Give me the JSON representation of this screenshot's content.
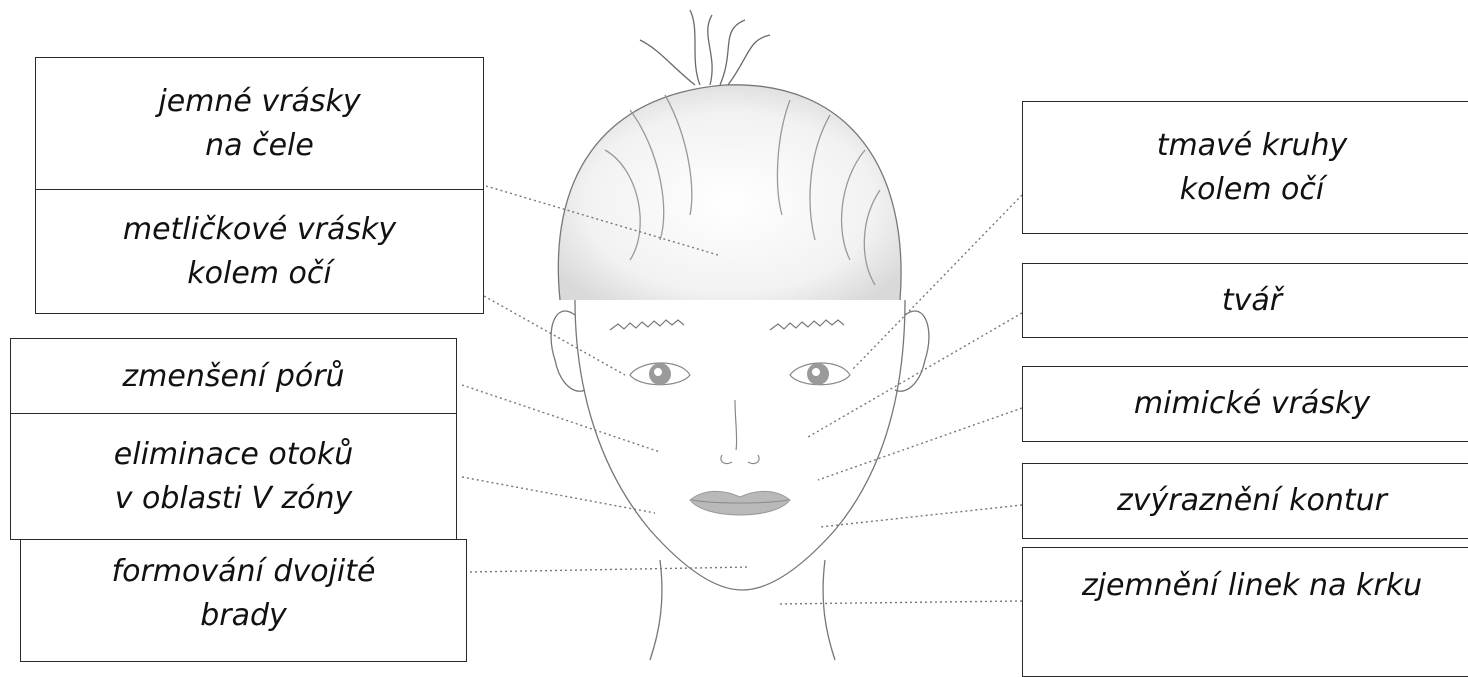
{
  "labels_left": [
    {
      "line1": "jemné vrásky",
      "line2": "na čele"
    },
    {
      "line1": "metličkové vrásky",
      "line2": "kolem očí"
    },
    {
      "line1": "zmenšení pórů",
      "line2": ""
    },
    {
      "line1": "eliminace otoků",
      "line2": "v oblasti V zóny"
    },
    {
      "line1": "formování dvojité",
      "line2": "brady"
    }
  ],
  "labels_right": [
    {
      "line1": "tmavé kruhy",
      "line2": "kolem očí"
    },
    {
      "line1": "tvář",
      "line2": ""
    },
    {
      "line1": "mimické vrásky",
      "line2": ""
    },
    {
      "line1": "zvýraznění kontur",
      "line2": ""
    },
    {
      "line1": "zjemnění linek na krku",
      "line2": ""
    }
  ],
  "colors": {
    "line": "#777777",
    "border": "#2a2a2a",
    "lips": "#b9b9b9",
    "iris": "#9a9a9a"
  }
}
